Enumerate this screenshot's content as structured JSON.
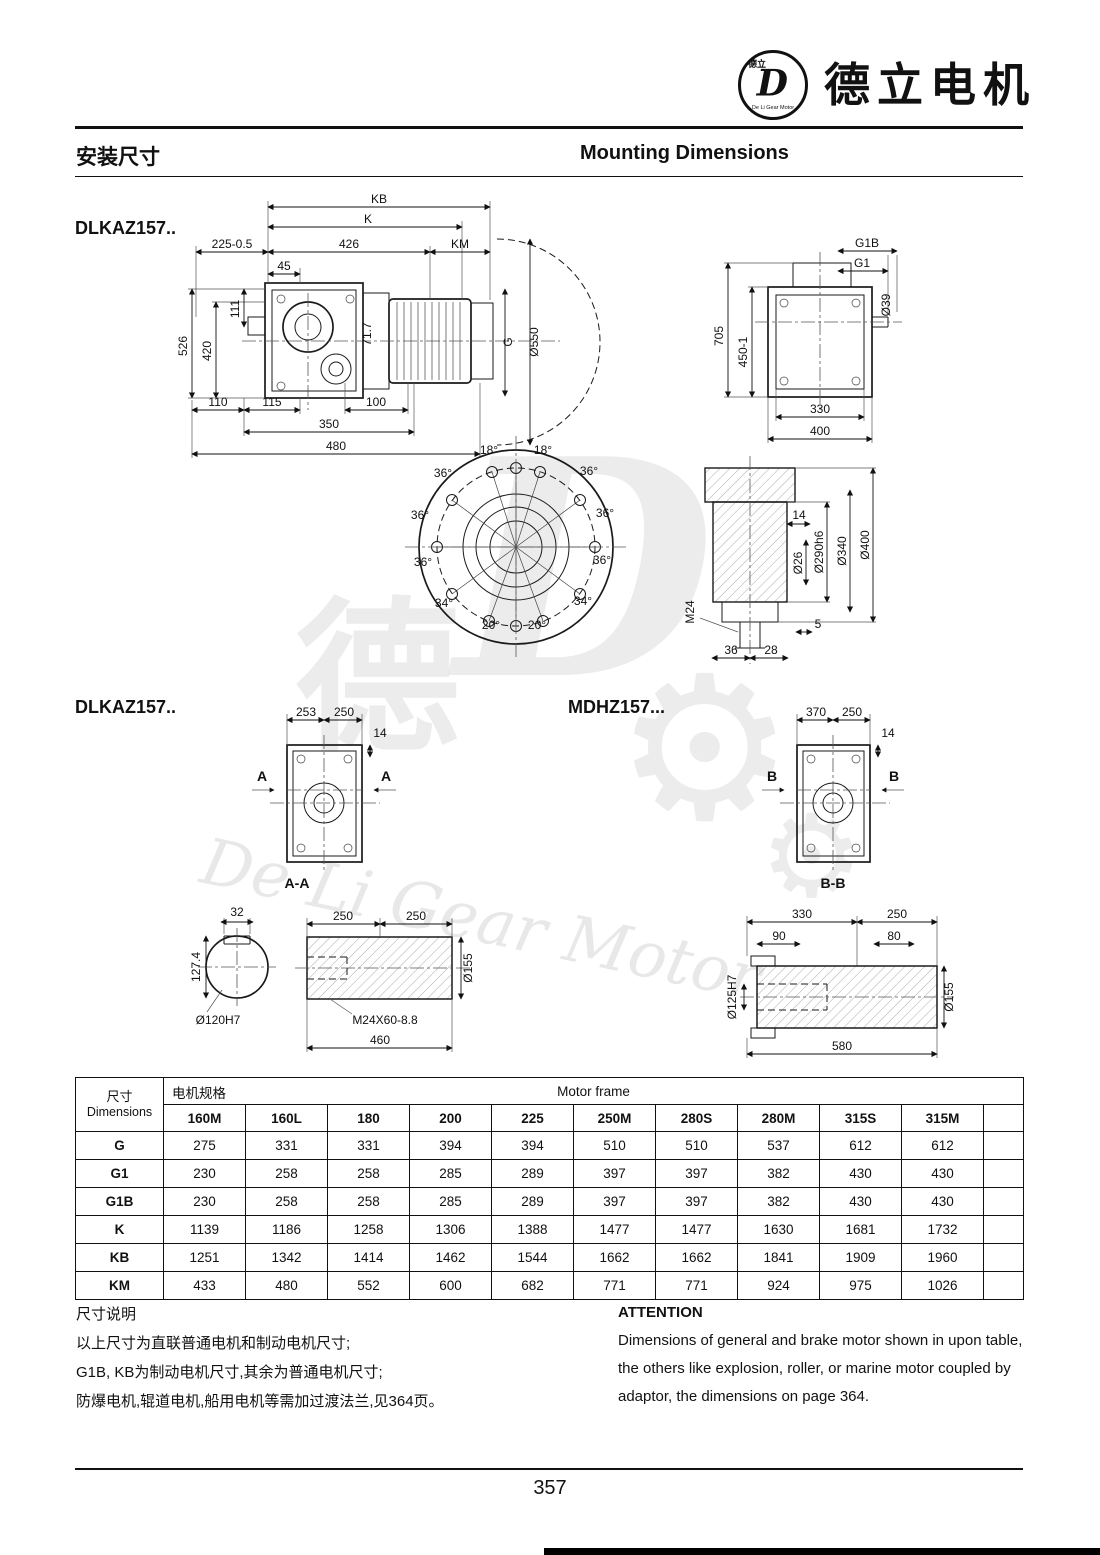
{
  "header": {
    "brand_cn": "德立电机",
    "logo_cn": "德立",
    "logo_d": "D",
    "logo_text": "De Li Gear Motor"
  },
  "titlebar": {
    "title_cn": "安装尺寸",
    "title_en": "Mounting Dimensions"
  },
  "models": {
    "side_view": "DLKAZ157..",
    "top_view_left": "DLKAZ157..",
    "top_view_right": "MDHZ157..."
  },
  "side_view": {
    "kb": "KB",
    "k": "K",
    "d225": "225-0.5",
    "d426": "426",
    "km": "KM",
    "d45": "45",
    "d111": "111",
    "d526": "526",
    "d420": "420",
    "d717": "71.7",
    "d550": "Ø550",
    "g": "G",
    "d110": "110",
    "d115": "115",
    "d100": "100",
    "d350": "350",
    "d480": "480"
  },
  "rear_view": {
    "g1b": "G1B",
    "g1": "G1",
    "d705": "705",
    "d450": "450-1",
    "d39": "Ø39",
    "d330": "330",
    "d400": "400"
  },
  "flange_view": {
    "angles": [
      "18°",
      "18°",
      "36°",
      "36°",
      "36°",
      "36°",
      "36°",
      "36°",
      "34°",
      "34°",
      "20°",
      "20°"
    ]
  },
  "hub_section": {
    "d14": "14",
    "d26": "Ø26",
    "d290": "Ø290h6",
    "d340": "Ø340",
    "d400": "Ø400",
    "m24": "M24",
    "d5": "5",
    "d36": "36",
    "d28": "28"
  },
  "top_view_left": {
    "d253": "253",
    "d250": "250",
    "d14": "14",
    "a1": "A",
    "a2": "A"
  },
  "top_view_right": {
    "d370": "370",
    "d250": "250",
    "d14": "14",
    "b1": "B",
    "b2": "B"
  },
  "section_aa": {
    "title": "A-A",
    "d32": "32",
    "d1274": "127.4",
    "d120": "Ø120H7",
    "d250a": "250",
    "d250b": "250",
    "d155": "Ø155",
    "m24": "M24X60-8.8",
    "d460": "460"
  },
  "section_bb": {
    "title": "B-B",
    "d330": "330",
    "d250": "250",
    "d90": "90",
    "d80": "80",
    "d125": "Ø125H7",
    "d155": "Ø155",
    "d580": "580"
  },
  "watermark": {
    "char": "德",
    "letter": "D",
    "gear_icon": "⚙",
    "text": "De Li Gear Motor"
  },
  "table": {
    "row_header_cn": "尺寸",
    "row_header_en": "Dimensions",
    "group_cn": "电机规格",
    "group_en": "Motor frame",
    "columns": [
      "160M",
      "160L",
      "180",
      "200",
      "225",
      "250M",
      "280S",
      "280M",
      "315S",
      "315M"
    ],
    "rows": [
      {
        "label": "G",
        "values": [
          "275",
          "331",
          "331",
          "394",
          "394",
          "510",
          "510",
          "537",
          "612",
          "612"
        ]
      },
      {
        "label": "G1",
        "values": [
          "230",
          "258",
          "258",
          "285",
          "289",
          "397",
          "397",
          "382",
          "430",
          "430"
        ]
      },
      {
        "label": "G1B",
        "values": [
          "230",
          "258",
          "258",
          "285",
          "289",
          "397",
          "397",
          "382",
          "430",
          "430"
        ]
      },
      {
        "label": "K",
        "values": [
          "1139",
          "1186",
          "1258",
          "1306",
          "1388",
          "1477",
          "1477",
          "1630",
          "1681",
          "1732"
        ]
      },
      {
        "label": "KB",
        "values": [
          "1251",
          "1342",
          "1414",
          "1462",
          "1544",
          "1662",
          "1662",
          "1841",
          "1909",
          "1960"
        ]
      },
      {
        "label": "KM",
        "values": [
          "433",
          "480",
          "552",
          "600",
          "682",
          "771",
          "771",
          "924",
          "975",
          "1026"
        ]
      }
    ]
  },
  "notes": {
    "cn_title": "尺寸说明",
    "cn_lines": [
      "以上尺寸为直联普通电机和制动电机尺寸;",
      "G1B, KB为制动电机尺寸,其余为普通电机尺寸;",
      "防爆电机,辊道电机,船用电机等需加过渡法兰,见364页。"
    ],
    "en_title": "ATTENTION",
    "en_lines": [
      "Dimensions of general and brake motor shown in upon table,",
      "the others like explosion, roller, or marine motor coupled by",
      "adaptor, the dimensions on page 364."
    ]
  },
  "footer": {
    "page_number": "357"
  }
}
